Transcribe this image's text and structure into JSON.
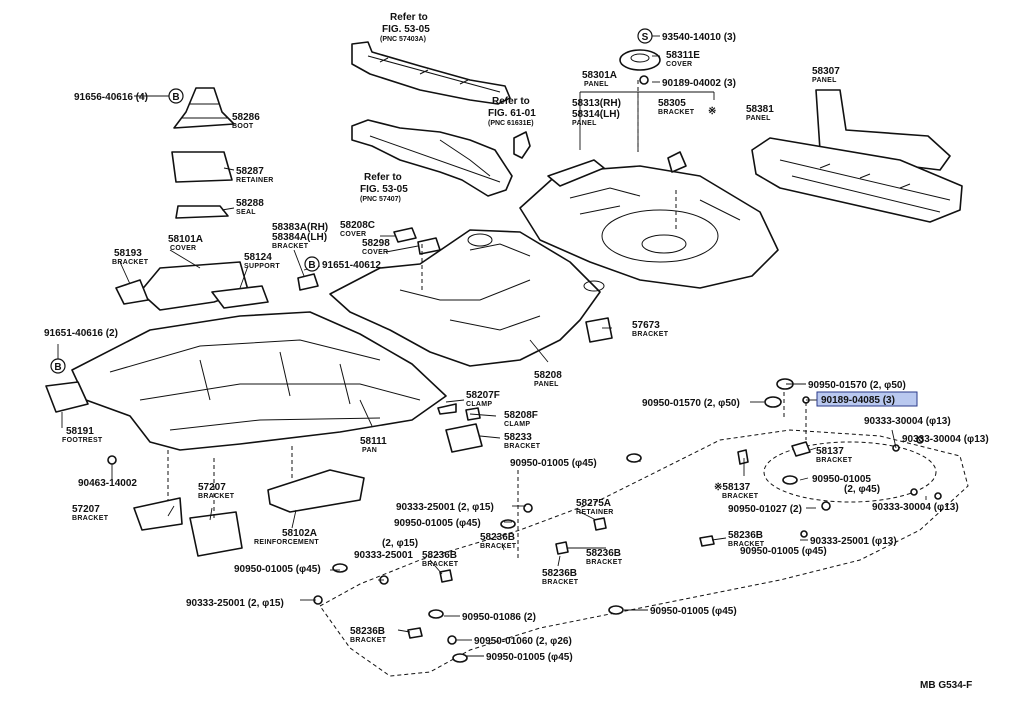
{
  "references": [
    {
      "line1": "Refer to",
      "line2": "FIG. 53-05",
      "sub": "(PNC 57403A)"
    },
    {
      "line1": "Refer to",
      "line2": "FIG. 61-01",
      "sub": "(PNC 61631E)"
    },
    {
      "line1": "Refer to",
      "line2": "FIG. 53-05",
      "sub": "(PNC 57407)"
    }
  ],
  "parts": {
    "p93540": "93540-14010 (3)",
    "p58311E": "58311E",
    "n58311E": "COVER",
    "p90189a": "90189-04002 (3)",
    "p58301A": "58301A",
    "n58301A": "PANEL",
    "p58313": "58313(RH)",
    "p58314": "58314(LH)",
    "n58313": "PANEL",
    "p58305": "58305",
    "n58305": "BRACKET",
    "p58307": "58307",
    "n58307": "PANEL",
    "p58381": "58381",
    "n58381": "PANEL",
    "p91656": "91656-40616 (4)",
    "p58286": "58286",
    "n58286": "BOOT",
    "p58287": "58287",
    "n58287": "RETAINER",
    "p58288": "58288",
    "n58288": "SEAL",
    "p58101A": "58101A",
    "n58101A": "COVER",
    "p58193": "58193",
    "n58193": "BRACKET",
    "p58124": "58124",
    "n58124": "SUPPORT",
    "p58383A": "58383A(RH)",
    "p58384A": "58384A(LH)",
    "n58383A": "BRACKET",
    "p58208C": "58208C",
    "n58208C": "COVER",
    "p58298": "58298",
    "n58298": "COVER",
    "p91651a": "91651-40612",
    "p91651b": "91651-40616 (2)",
    "p57673": "57673",
    "n57673": "BRACKET",
    "p58208": "58208",
    "n58208": "PANEL",
    "p58191": "58191",
    "n58191": "FOOTREST",
    "p58207F": "58207F",
    "n58207F": "CLAMP",
    "p58208F": "58208F",
    "n58208F": "CLAMP",
    "p58233": "58233",
    "n58233": "BRACKET",
    "p58111": "58111",
    "n58111": "PAN",
    "p90950_1570a": "90950-01570 (2, φ50)",
    "p90950_1570b": "90950-01570 (2, φ50)",
    "p90189_highlight": "90189-04085 (3)",
    "p90333_30004a": "90333-30004 (φ13)",
    "p90333_30004b": "90333-30004 (φ13)",
    "p90333_30004c": "90333-30004 (φ13)",
    "p58137a": "58137",
    "n58137a": "BRACKET",
    "p58137b": "※58137",
    "n58137b": "BRACKET",
    "p90950_1005a": "90950-01005 (φ45)",
    "p90950_1005b": "90950-01005",
    "p90950_1005b2": "(2, φ45)",
    "p90950_1005c": "90950-01005 (φ45)",
    "p90950_1005d": "90950-01005 (φ45)",
    "p90950_1005e": "90950-01005 (φ45)",
    "p90950_1005f": "90950-01005 (φ45)",
    "p90950_1005g": "90950-01005 (φ45)",
    "p90463": "90463-14002",
    "p57207a": "57207",
    "n57207a": "BRACKET",
    "p57207b": "57207",
    "n57207b": "BRACKET",
    "p58102A": "58102A",
    "n58102A": "REINFORCEMENT",
    "p90333_25001a": "90333-25001 (2, φ15)",
    "p90333_25001b": "(2, φ15)",
    "p90333_25001b2": "90333-25001",
    "p90333_25001c": "90333-25001 (φ13)",
    "p90333_25001d": "90333-25001 (2, φ15)",
    "p58275A": "58275A",
    "n58275A": "RETAINER",
    "p90950_1027": "90950-01027 (2)",
    "p58236Ba": "58236B",
    "n58236Ba": "BRACKET",
    "p58236Bb": "58236B",
    "n58236Bb": "BRACKET",
    "p58236Bc": "58236B",
    "n58236Bc": "BRACKET",
    "p58236Bd": "58236B",
    "n58236Bd": "BRACKET",
    "p58236Be": "58236B",
    "n58236Be": "BRACKET",
    "p58236Bf": "58236B",
    "n58236Bf": "BRACKET",
    "p90950_1086": "90950-01086 (2)",
    "p90950_1060": "90950-01060 (2, φ26)"
  },
  "markers": {
    "s": "S",
    "b": "B"
  },
  "asterisk": "※",
  "figure_code": "MB G534-F",
  "colors": {
    "ink": "#111111",
    "highlight": "#b9c8ef",
    "paper": "#ffffff"
  }
}
